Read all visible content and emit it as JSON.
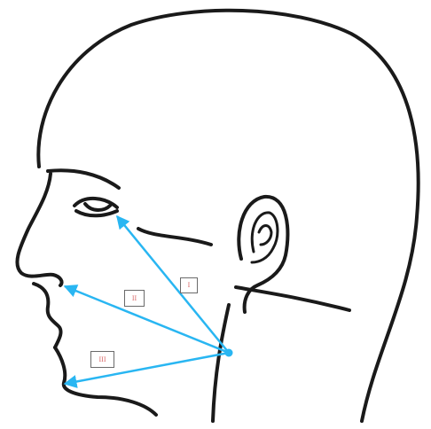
{
  "colors": {
    "outline": "#1a1a1a",
    "vector": "#29b6f2",
    "label_text": "#d96a6a",
    "label_border": "#6a6a6a",
    "background": "#ffffff"
  },
  "figure": {
    "subject": "head-profile-outline",
    "origin_point": "mandibular-angle-point",
    "vectors": [
      {
        "id": "I",
        "label": "I",
        "target": "eye"
      },
      {
        "id": "II",
        "label": "II",
        "target": "nose-base"
      },
      {
        "id": "III",
        "label": "III",
        "target": "chin"
      }
    ]
  }
}
